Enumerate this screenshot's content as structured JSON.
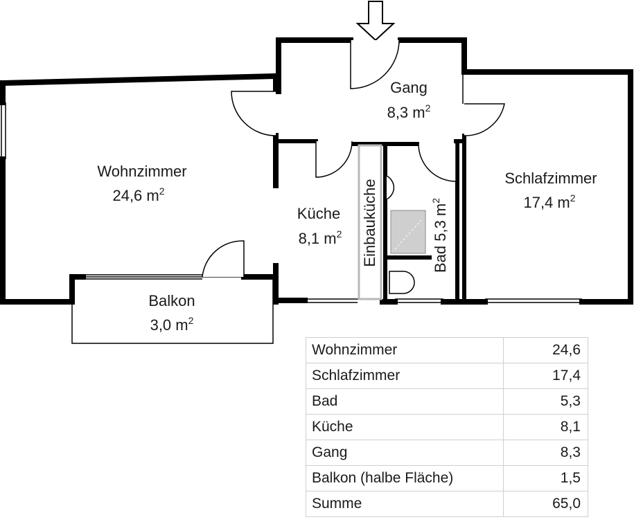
{
  "rooms": {
    "wohnzimmer": {
      "name": "Wohnzimmer",
      "area": "24,6 m",
      "sup": "2"
    },
    "gang": {
      "name": "Gang",
      "area": "8,3 m",
      "sup": "2"
    },
    "schlafzimmer": {
      "name": "Schlafzimmer",
      "area": "17,4 m",
      "sup": "2"
    },
    "kueche": {
      "name": "Küche",
      "area": "8,1 m",
      "sup": "2"
    },
    "bad": {
      "name": "Bad 5,3 m",
      "sup": "2"
    },
    "einbaukueche": {
      "name": "Einbauküche"
    },
    "balkon": {
      "name": "Balkon",
      "area": "3,0 m",
      "sup": "2"
    }
  },
  "area_table": [
    {
      "name": "Wohnzimmer",
      "value": "24,6"
    },
    {
      "name": "Schlafzimmer",
      "value": "17,4"
    },
    {
      "name": "Bad",
      "value": "5,3"
    },
    {
      "name": "Küche",
      "value": "8,1"
    },
    {
      "name": "Gang",
      "value": "8,3"
    },
    {
      "name": "Balkon (halbe Fläche)",
      "value": "1,5"
    },
    {
      "name": "Summe",
      "value": "65,0"
    }
  ]
}
